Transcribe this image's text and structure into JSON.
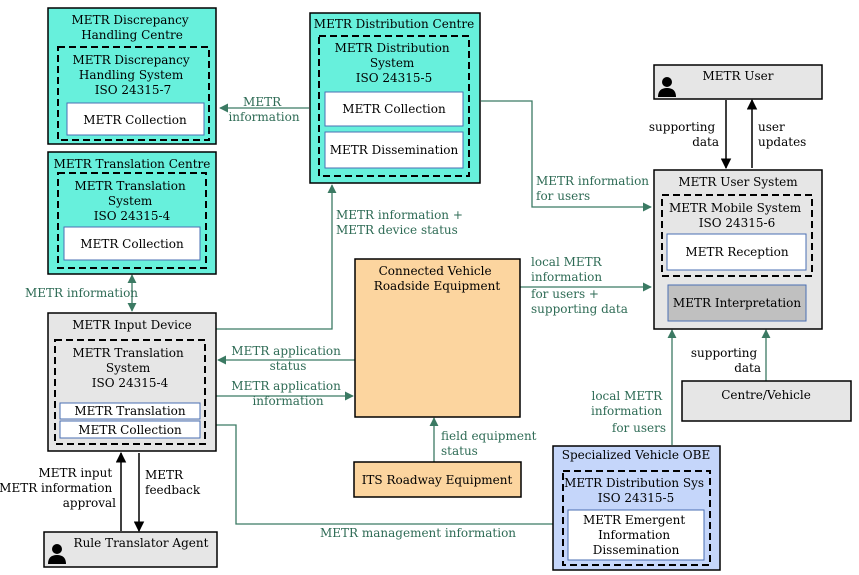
{
  "colors": {
    "teal": "#67f0dc",
    "grey": "#e6e6e6",
    "dark_grey": "#c0c0c0",
    "orange": "#fcd59f",
    "blue": "#c5d6fa",
    "flow_line": "#3b7a63",
    "black": "#000000"
  },
  "icons": [
    "person-icon"
  ],
  "boxes": {
    "discrepancy_centre": {
      "title": [
        "METR Discrepancy",
        "Handling Centre"
      ],
      "system": [
        "METR Discrepancy",
        "Handling  System",
        "ISO 24315-7"
      ],
      "items": [
        "METR Collection"
      ]
    },
    "translation_centre": {
      "title": [
        "METR Translation Centre"
      ],
      "system": [
        "METR Translation",
        "System",
        "ISO 24315-4"
      ],
      "items": [
        "METR Collection"
      ]
    },
    "distribution_centre": {
      "title": [
        "METR Distribution Centre"
      ],
      "system": [
        "METR Distribution",
        "System",
        "ISO 24315-5"
      ],
      "items": [
        "METR Collection",
        "METR Dissemination"
      ]
    },
    "input_device": {
      "title": [
        "METR Input Device"
      ],
      "system": [
        "METR Translation",
        "System",
        "ISO 24315-4"
      ],
      "items": [
        "METR Translation",
        "METR Collection"
      ]
    },
    "cv_roadside": {
      "title": [
        "Connected Vehicle",
        "Roadside Equipment"
      ]
    },
    "its_roadway": {
      "title": [
        "ITS Roadway Equipment"
      ]
    },
    "user": {
      "title": [
        "METR User"
      ]
    },
    "user_system": {
      "title": [
        "METR User System"
      ],
      "system": [
        "METR Mobile System",
        "ISO 24315-6"
      ],
      "items": [
        "METR Reception",
        "METR Interpretation"
      ]
    },
    "centre_vehicle": {
      "title": [
        "Centre/Vehicle"
      ]
    },
    "specialized_obe": {
      "title": [
        "Specialized Vehicle OBE"
      ],
      "system": [
        "METR Distribution Sys",
        "ISO 24315-5"
      ],
      "items": [
        "METR Emergent",
        "Information",
        "Dissemination"
      ]
    },
    "rule_translator": {
      "title": [
        "Rule Translator Agent"
      ]
    }
  },
  "flows": {
    "metr_information_top": [
      "METR",
      "information"
    ],
    "metr_information_left": [
      "METR information"
    ],
    "dist_to_user": [
      "METR information",
      "for users"
    ],
    "input_to_dist": [
      "METR information +",
      "METR device status"
    ],
    "cv_to_user": [
      "local METR",
      "information",
      "for users +",
      "supporting data"
    ],
    "cv_to_input": [
      "METR application",
      "status"
    ],
    "input_to_cv": [
      "METR application",
      "information"
    ],
    "its_to_cv": [
      "field equipment",
      "status"
    ],
    "obe_to_user": [
      "local METR",
      "information",
      "for users"
    ],
    "user_to_system": [
      "supporting",
      "data"
    ],
    "system_to_user": [
      "user",
      "updates"
    ],
    "cv_support": [
      "supporting",
      "data"
    ],
    "agent_to_input": [
      "METR input",
      "+ METR information",
      "approval"
    ],
    "input_to_agent": [
      "METR",
      "feedback"
    ],
    "management": [
      "METR management information"
    ]
  }
}
